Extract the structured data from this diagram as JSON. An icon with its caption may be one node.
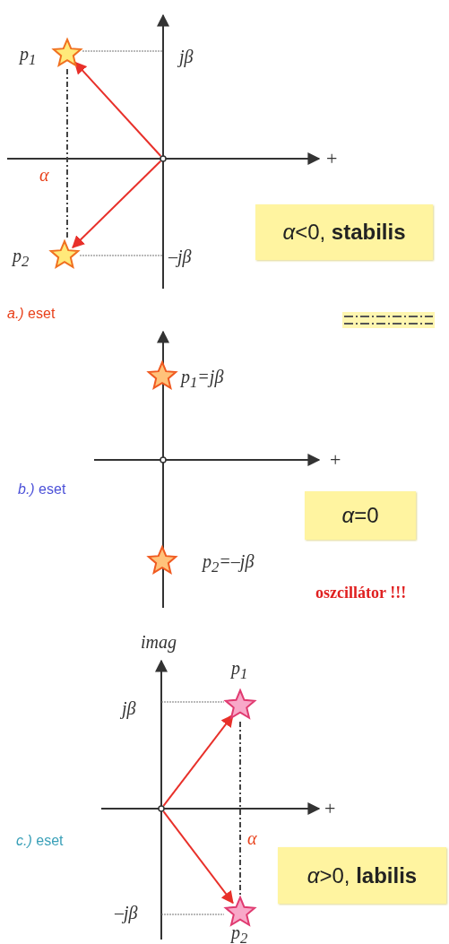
{
  "diagram": {
    "nodes": [
      {
        "text": [],
        "shape": "circle"
      },
      {
        "text": [],
        "shape": "star",
        "beside": [
          "p$_{1}$"
        ]
      },
      {
        "text": [],
        "shape": "star",
        "beside": [
          "p$_{2}$"
        ]
      },
      {
        "text": [
          "*α*<0, **stabilis**"
        ]
      },
      {
        "text": [],
        "shape": "star",
        "beside": [
          "p$_{1}$=jβ"
        ]
      },
      {
        "text": [],
        "shape": "circle"
      },
      {
        "text": [],
        "shape": "star",
        "beside": [
          "p$_{2}$=–jβ"
        ]
      },
      {
        "text": [
          "*α*=0"
        ],
        "beside": [
          "oszcillátor !!!"
        ]
      },
      {
        "text": [],
        "shape": "circle"
      },
      {
        "text": [],
        "shape": "star",
        "beside": [
          "p$_{1}$"
        ]
      },
      {
        "text": [],
        "shape": "star",
        "beside": [
          "p$_{2}$"
        ]
      },
      {
        "text": [
          "*α*>0, **labilis**"
        ]
      }
    ],
    "edges": [
      {
        "from": 0,
        "to": 1,
        "arrow": "to"
      },
      {
        "from": 0,
        "to": 2,
        "arrow": "to"
      },
      {
        "from": 8,
        "to": 9,
        "arrow": "to"
      },
      {
        "from": 8,
        "to": 10,
        "arrow": "to"
      }
    ],
    "labels": [
      "jβ",
      "+",
      "α",
      "–jβ",
      "*a.)* eset",
      "+",
      "*b.)* eset",
      "imag",
      "jβ",
      "+",
      "α",
      "*c.)* eset",
      "–jβ"
    ]
  }
}
